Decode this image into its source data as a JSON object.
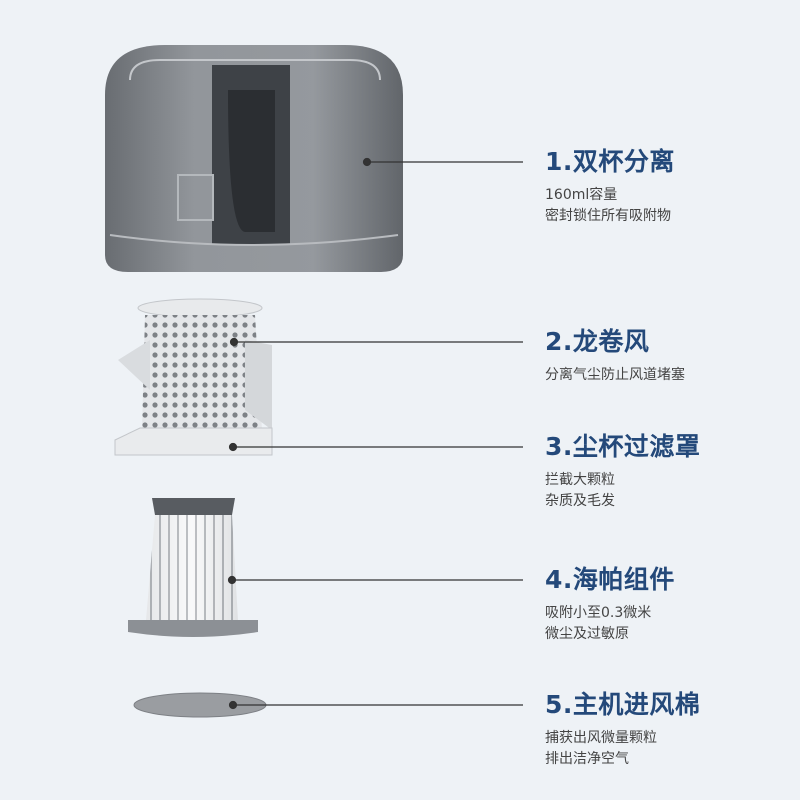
{
  "colors": {
    "background": "#eef2f6",
    "title": "#24497a",
    "description": "#444444",
    "leader_line": "#333333"
  },
  "features": [
    {
      "title": "1.双杯分离",
      "lines": [
        "160ml容量",
        "密封锁住所有吸附物"
      ]
    },
    {
      "title": "2.龙卷风",
      "lines": [
        "分离气尘防止风道堵塞"
      ]
    },
    {
      "title": "3.尘杯过滤罩",
      "lines": [
        "拦截大颗粒",
        "杂质及毛发"
      ]
    },
    {
      "title": "4.海帕组件",
      "lines": [
        "吸附小至0.3微米",
        "微尘及过敏原"
      ]
    },
    {
      "title": "5.主机进风棉",
      "lines": [
        "捕获出风微量颗粒",
        "排出洁净空气"
      ]
    }
  ]
}
